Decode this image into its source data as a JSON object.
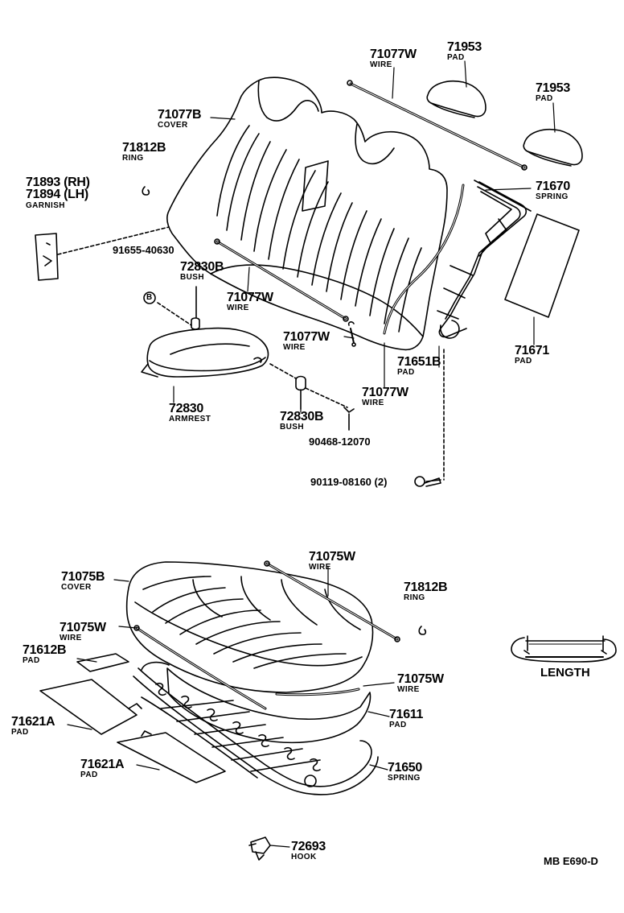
{
  "labels": {
    "p71077w_top": "71077W",
    "p71077w_top_name": "WIRE",
    "p71953_a": "71953",
    "p71953_a_name": "PAD",
    "p71953_b": "71953",
    "p71953_b_name": "PAD",
    "p71077b": "71077B",
    "p71077b_name": "COVER",
    "p71812b_top": "71812B",
    "p71812b_top_name": "RING",
    "p71893": "71893 (RH)",
    "p71894": "71894 (LH)",
    "garnish": "GARNISH",
    "p91655": "91655-40630",
    "p72830b_a": "72830B",
    "p72830b_a_name": "BUSH",
    "p71077w_mid": "71077W",
    "p71077w_mid_name": "WIRE",
    "p71670": "71670",
    "p71670_name": "SPRING",
    "p71077w_c": "71077W",
    "p71077w_c_name": "WIRE",
    "p71651b": "71651B",
    "p71651b_name": "PAD",
    "p71671": "71671",
    "p71671_name": "PAD",
    "p71077w_d": "71077W",
    "p71077w_d_name": "WIRE",
    "p72830": "72830",
    "p72830_name": "ARMREST",
    "p72830b_b": "72830B",
    "p72830b_b_name": "BUSH",
    "p90468": "90468-12070",
    "p90119": "90119-08160 (2)",
    "p71075w_top": "71075W",
    "p71075w_top_name": "WIRE",
    "p71075b": "71075B",
    "p71075b_name": "COVER",
    "p71812b_bot": "71812B",
    "p71812b_bot_name": "RING",
    "p71075w_left": "71075W",
    "p71075w_left_name": "WIRE",
    "p71612b": "71612B",
    "p71612b_name": "PAD",
    "p71075w_right": "71075W",
    "p71075w_right_name": "WIRE",
    "p71611": "71611",
    "p71611_name": "PAD",
    "p71621a_a": "71621A",
    "p71621a_a_name": "PAD",
    "p71621a_b": "71621A",
    "p71621a_b_name": "PAD",
    "p71650": "71650",
    "p71650_name": "SPRING",
    "length": "LENGTH",
    "p72693": "72693",
    "p72693_name": "HOOK",
    "code": "MB  E690-D",
    "bolt_mark": "B"
  }
}
